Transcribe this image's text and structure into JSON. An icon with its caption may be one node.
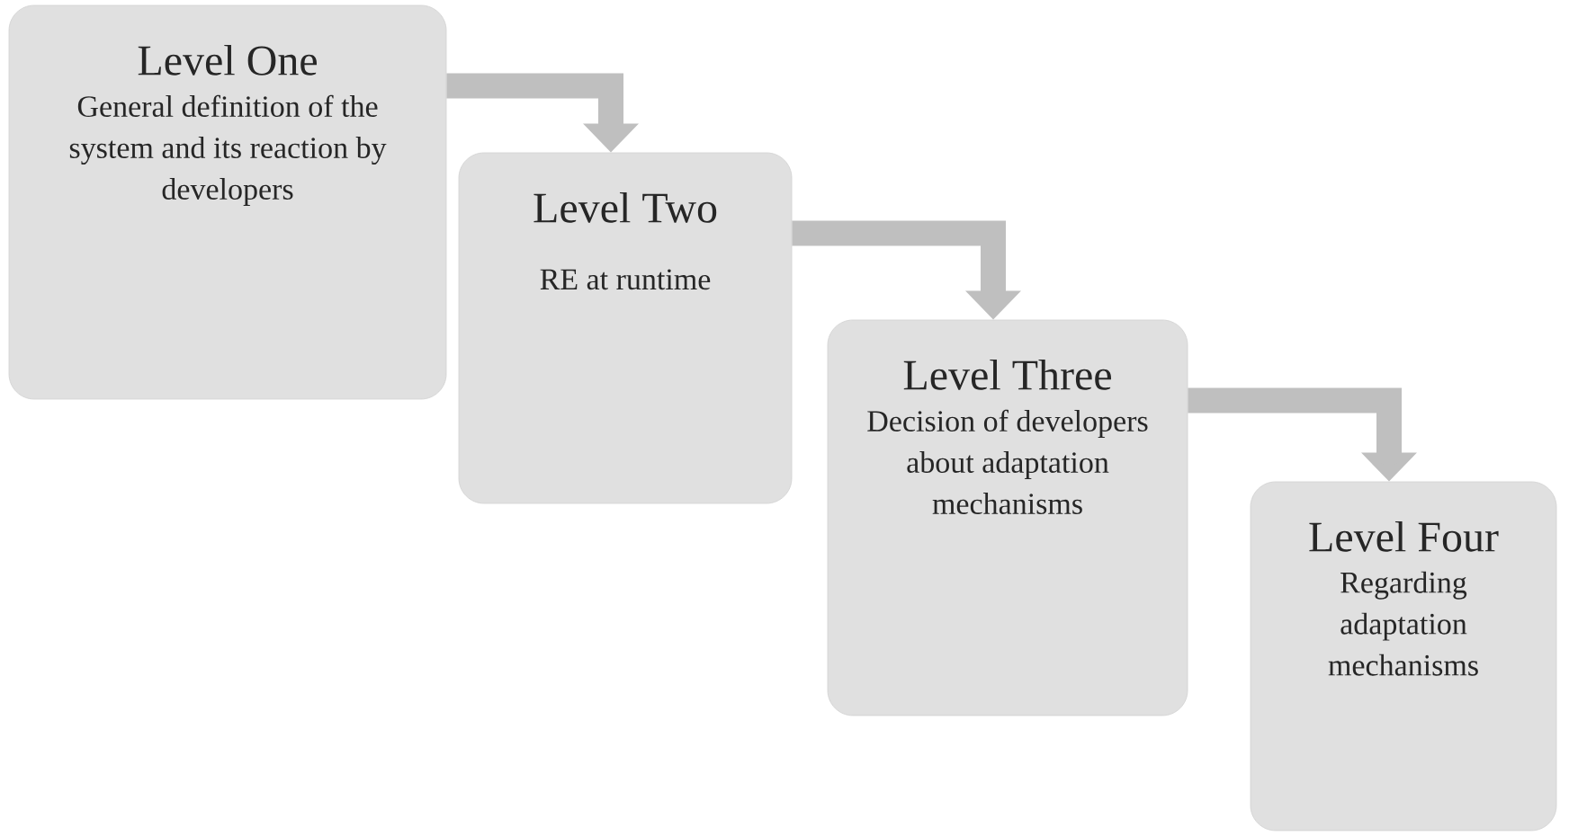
{
  "diagram": {
    "nodes": [
      {
        "text": [
          "Level One",
          "General definition of the system and its reaction by developers"
        ]
      },
      {
        "text": [
          "Level Two",
          "RE at runtime"
        ]
      },
      {
        "text": [
          "Level Three",
          "Decision of developers about adaptation mechanisms"
        ]
      },
      {
        "text": [
          "Level Four",
          "Regarding adaptation mechanisms"
        ]
      }
    ],
    "edges": [
      {
        "from": 0,
        "to": 1,
        "arrow": "to"
      },
      {
        "from": 1,
        "to": 2,
        "arrow": "to"
      },
      {
        "from": 2,
        "to": 3,
        "arrow": "to"
      }
    ]
  }
}
